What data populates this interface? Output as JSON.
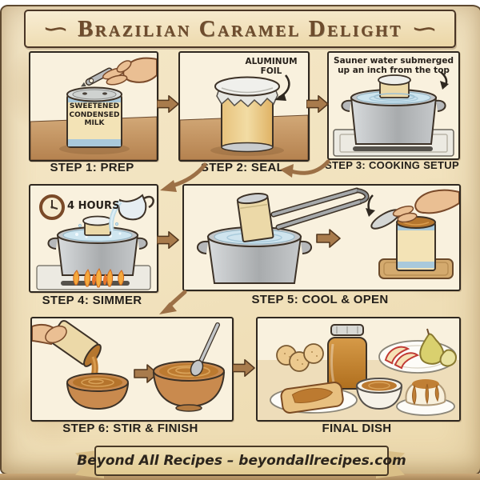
{
  "title": {
    "text": "Brazilian Caramel Delight",
    "ornament_left": "∽",
    "ornament_right": "∽"
  },
  "steps": [
    {
      "label": "STEP 1: PREP",
      "can_label": "SWEETENED CONDENSED MILK"
    },
    {
      "label": "STEP 2: SEAL",
      "callout": "ALUMINUM FOIL"
    },
    {
      "label": "STEP 3: COOKING SETUP",
      "callout": "Sauner water submerged up an inch from the top"
    },
    {
      "label": "STEP 4: SIMMER",
      "duration": "4 HOURS"
    },
    {
      "label": "STEP 5: COOL & OPEN"
    },
    {
      "label": "STEP 6: STIR & FINISH"
    }
  ],
  "final_panel": {
    "label": "FINAL DISH"
  },
  "footer": {
    "text": "Beyond All Recipes – beyondallrecipes.com"
  },
  "colors": {
    "paper": "#f2e3bf",
    "panel_background": "#f9f1de",
    "outline": "#2f2820",
    "block_arrow": "#a87b4c",
    "curve_arrow": "#9c7046",
    "title_brown": "#6e4c2d",
    "label_text": "#24201b",
    "table_wood": "#c1915e",
    "water_blue": "#cde4ee",
    "caramel": "#bc7a30",
    "can_cream": "#f3e3b6",
    "can_blue_band": "#a9c9db",
    "ribbon_tan": "#e9d4a4"
  }
}
